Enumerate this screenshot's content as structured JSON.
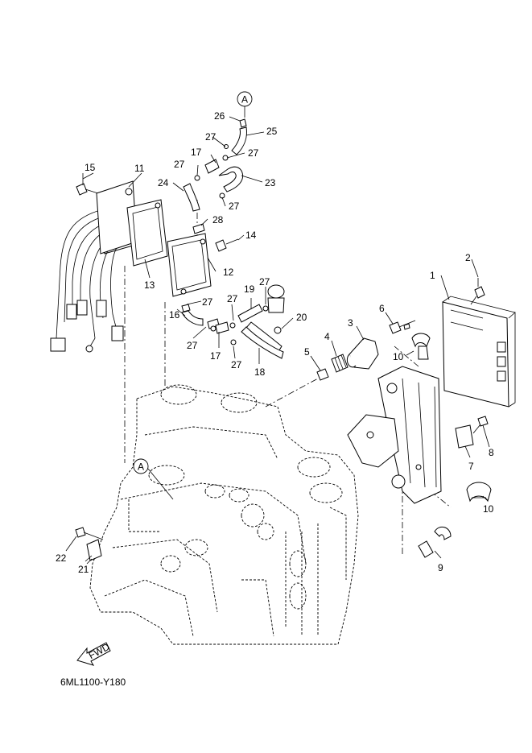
{
  "callouts": {
    "c1": "1",
    "c2": "2",
    "c3": "3",
    "c4": "4",
    "c5": "5",
    "c6": "6",
    "c7": "7",
    "c8": "8",
    "c9": "9",
    "c10a": "10",
    "c10b": "10",
    "c11": "11",
    "c12": "12",
    "c13": "13",
    "c14": "14",
    "c15": "15",
    "c16": "16",
    "c17a": "17",
    "c17b": "17",
    "c18": "18",
    "c19": "19",
    "c20": "20",
    "c21": "21",
    "c22": "22",
    "c23": "23",
    "c24": "24",
    "c25": "25",
    "c26": "26",
    "c27a": "27",
    "c27b": "27",
    "c27c": "27",
    "c27d": "27",
    "c27e": "27",
    "c27f": "27",
    "c27g": "27",
    "c27h": "27",
    "c28": "28"
  },
  "markers": {
    "top": "A",
    "engine": "A"
  },
  "fwd_label": "FWD",
  "diagram_code": "6ML1100-Y180"
}
